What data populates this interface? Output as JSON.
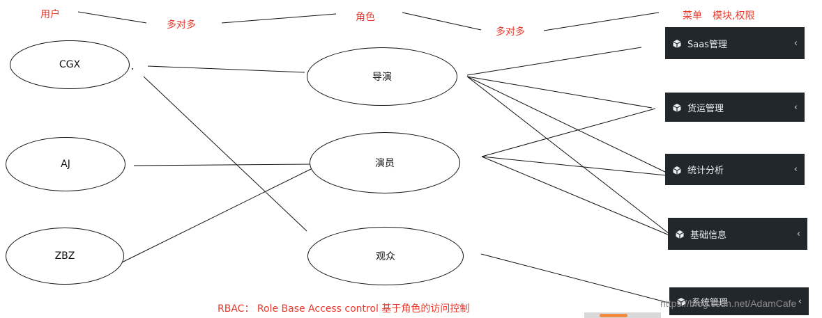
{
  "top_labels": {
    "users": "用户",
    "many_to_many_1": "多对多",
    "role": "角色",
    "many_to_many_2": "多对多",
    "menu": "菜单",
    "module_permission": "模块,权限"
  },
  "users": [
    "CGX",
    "AJ",
    "ZBZ"
  ],
  "roles": [
    "导演",
    "演员",
    "观众"
  ],
  "menu_items": [
    "Saas管理",
    "货运管理",
    "统计分析",
    "基础信息",
    "系统管理"
  ],
  "footer": "RBAC： Role Base Access control 基于角色的访问控制",
  "watermark": "https://blog.csdn.net/AdamCafe",
  "colors": {
    "label_red": "#e8392c",
    "menu_bg": "#22272b",
    "menu_text": "#e9eef2"
  },
  "icons": {
    "menu_item": "cube-icon",
    "menu_chevron": "chevron-left-icon"
  }
}
